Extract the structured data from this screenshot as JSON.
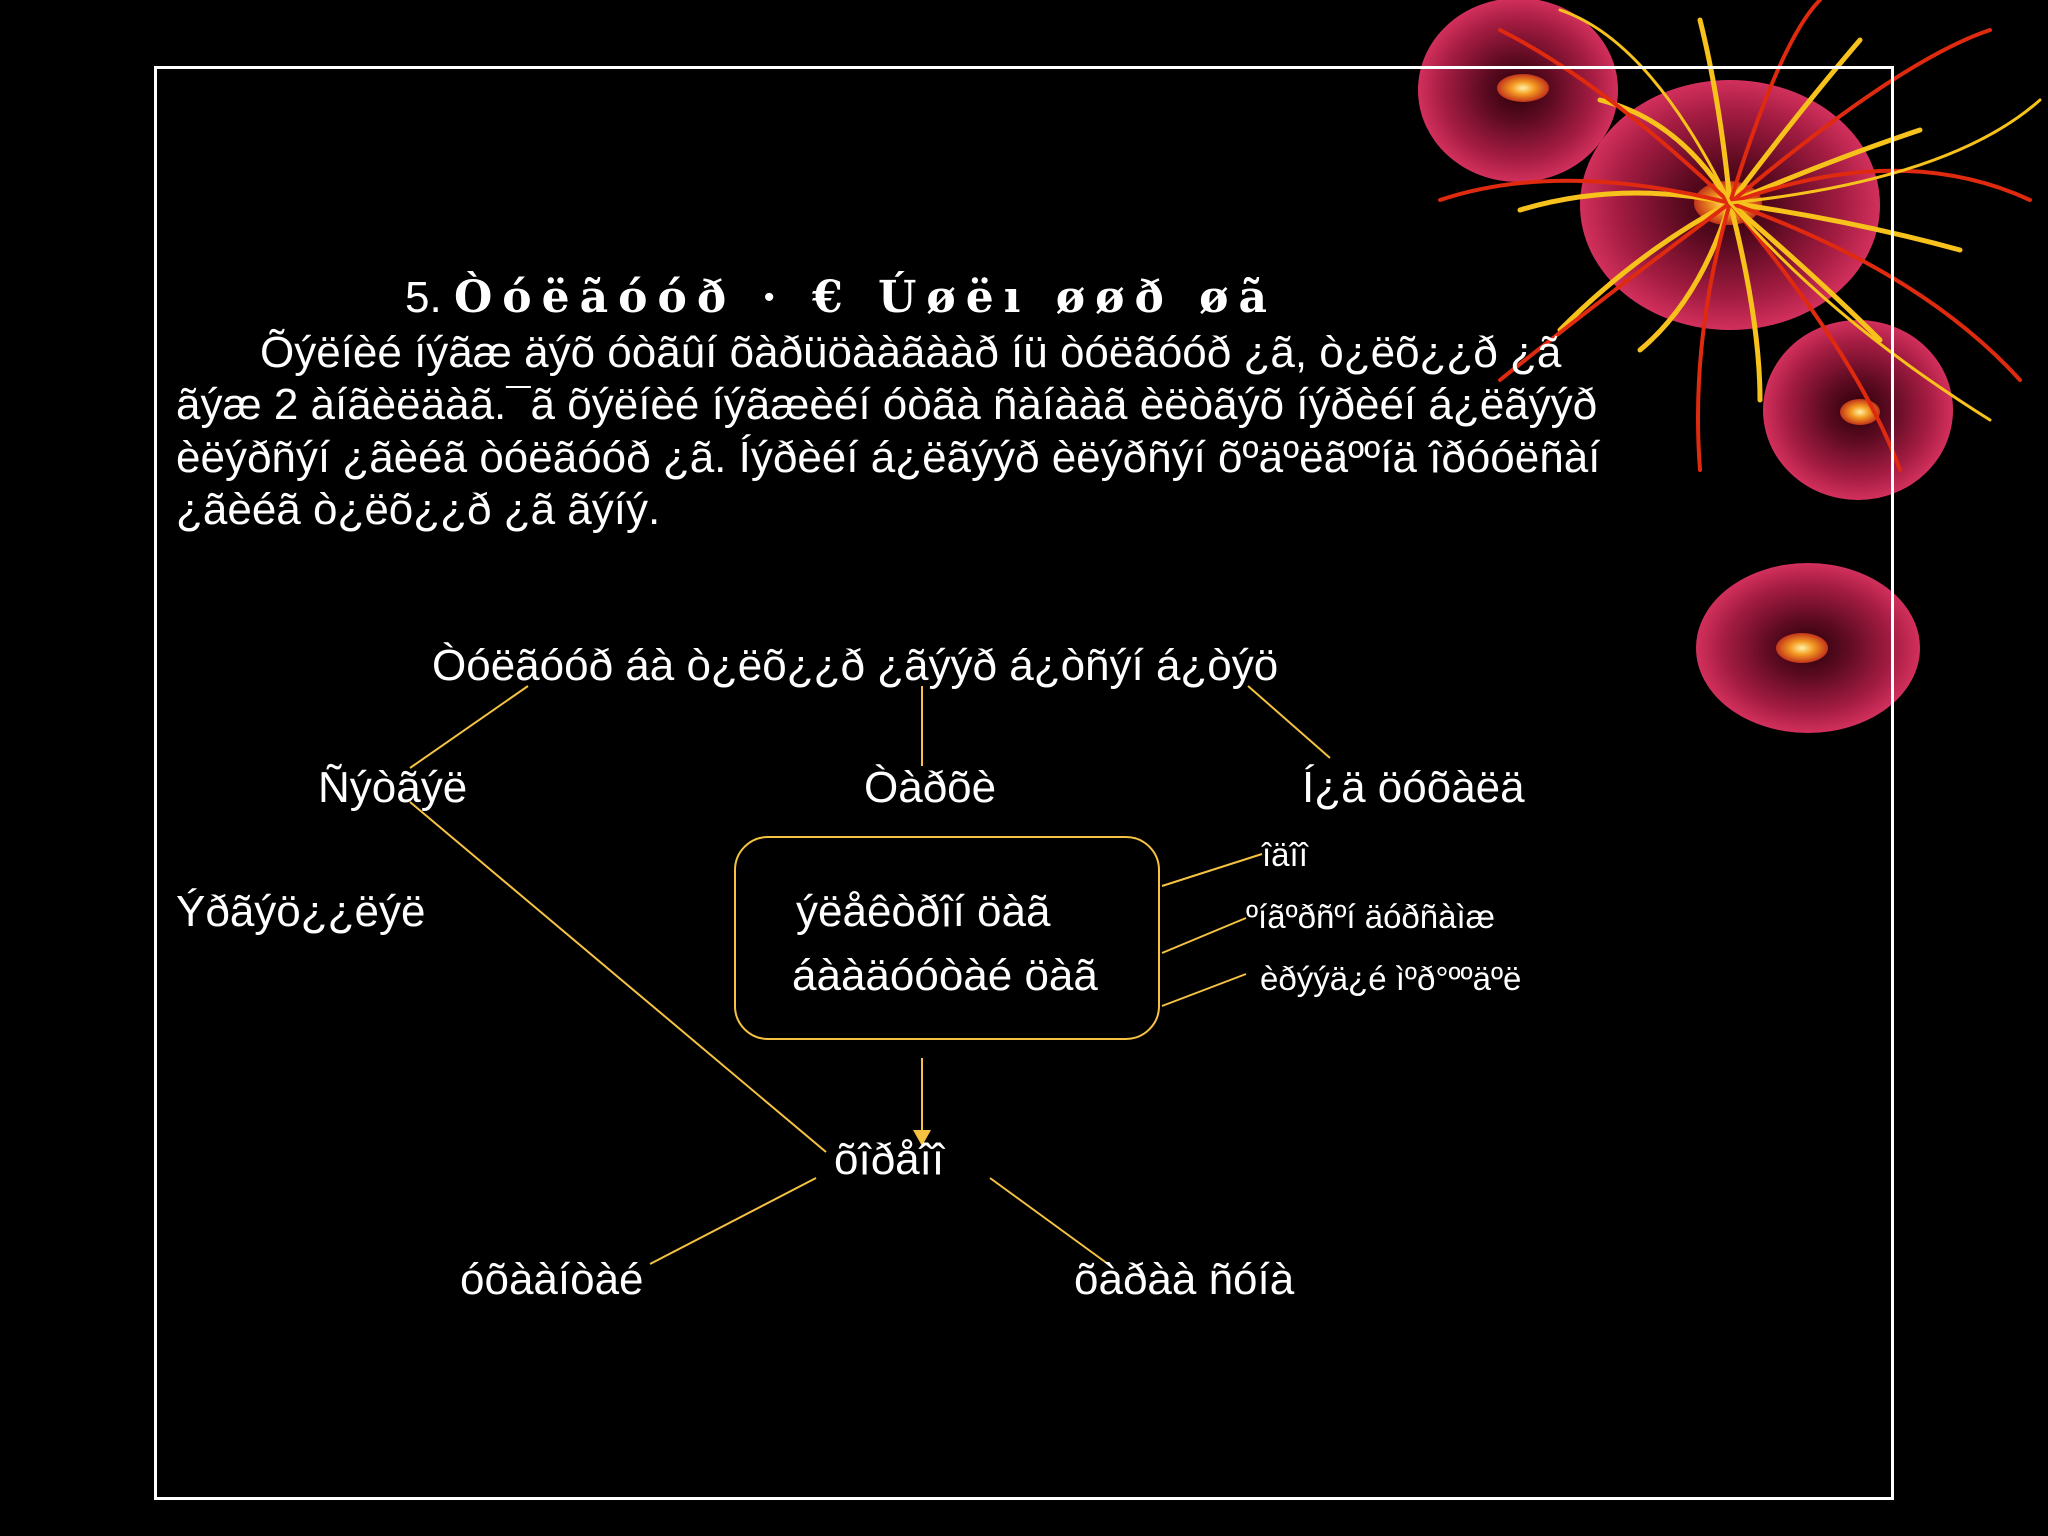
{
  "title": {
    "number": "5.",
    "text": "Òóëãóóð · € Úøëı øøð øã"
  },
  "paragraph": {
    "lines": [
      "Õýëíèé íýãæ äýõ óòãûí õàðüöààãààð íü òóëãóóð ¿ã, ò¿ëõ¿¿ð ¿ã",
      "ãýæ 2 àíãèëäàã.¯ã õýëíèé íýãæèéí óòãà ñàíààã èëòãýõ íýðèéí á¿ëãýýð",
      "èëýðñýí ¿ãèéã òóëãóóð ¿ã. Íýðèéí á¿ëãýýð èëýðñýí õºäºëãººíä îðóóëñàí",
      "¿ãèéã ò¿ëõ¿¿ð ¿ã ãýíý."
    ]
  },
  "diagram": {
    "root": "Òóëãóóð áà ò¿ëõ¿¿ð ¿ãýýð á¿òñýí á¿òýö",
    "left_branch": "Ñýòãýë",
    "center_branch": "Òàðõè",
    "right_branch": "Í¿ä öóõàëä",
    "far_left": "Ýðãýö¿¿ëýë",
    "box_lines": [
      "ýëåêòðîí öàã",
      "áààäóóòàé öàã"
    ],
    "right_items": [
      "îäîî",
      "ºíãºðñºí äóðñàìæ",
      "èðýýä¿é ìºð°ººäºë"
    ],
    "bottom_node": "õîðåîî",
    "bottom_left": "óõààíòàé",
    "bottom_right": "õàðàà ñóíà"
  },
  "colors": {
    "background": "#000000",
    "frame": "#ffffff",
    "connector": "#f5c242",
    "text": "#ffffff",
    "decor_red": "#c0143c",
    "decor_gold": "#f7c21c"
  }
}
